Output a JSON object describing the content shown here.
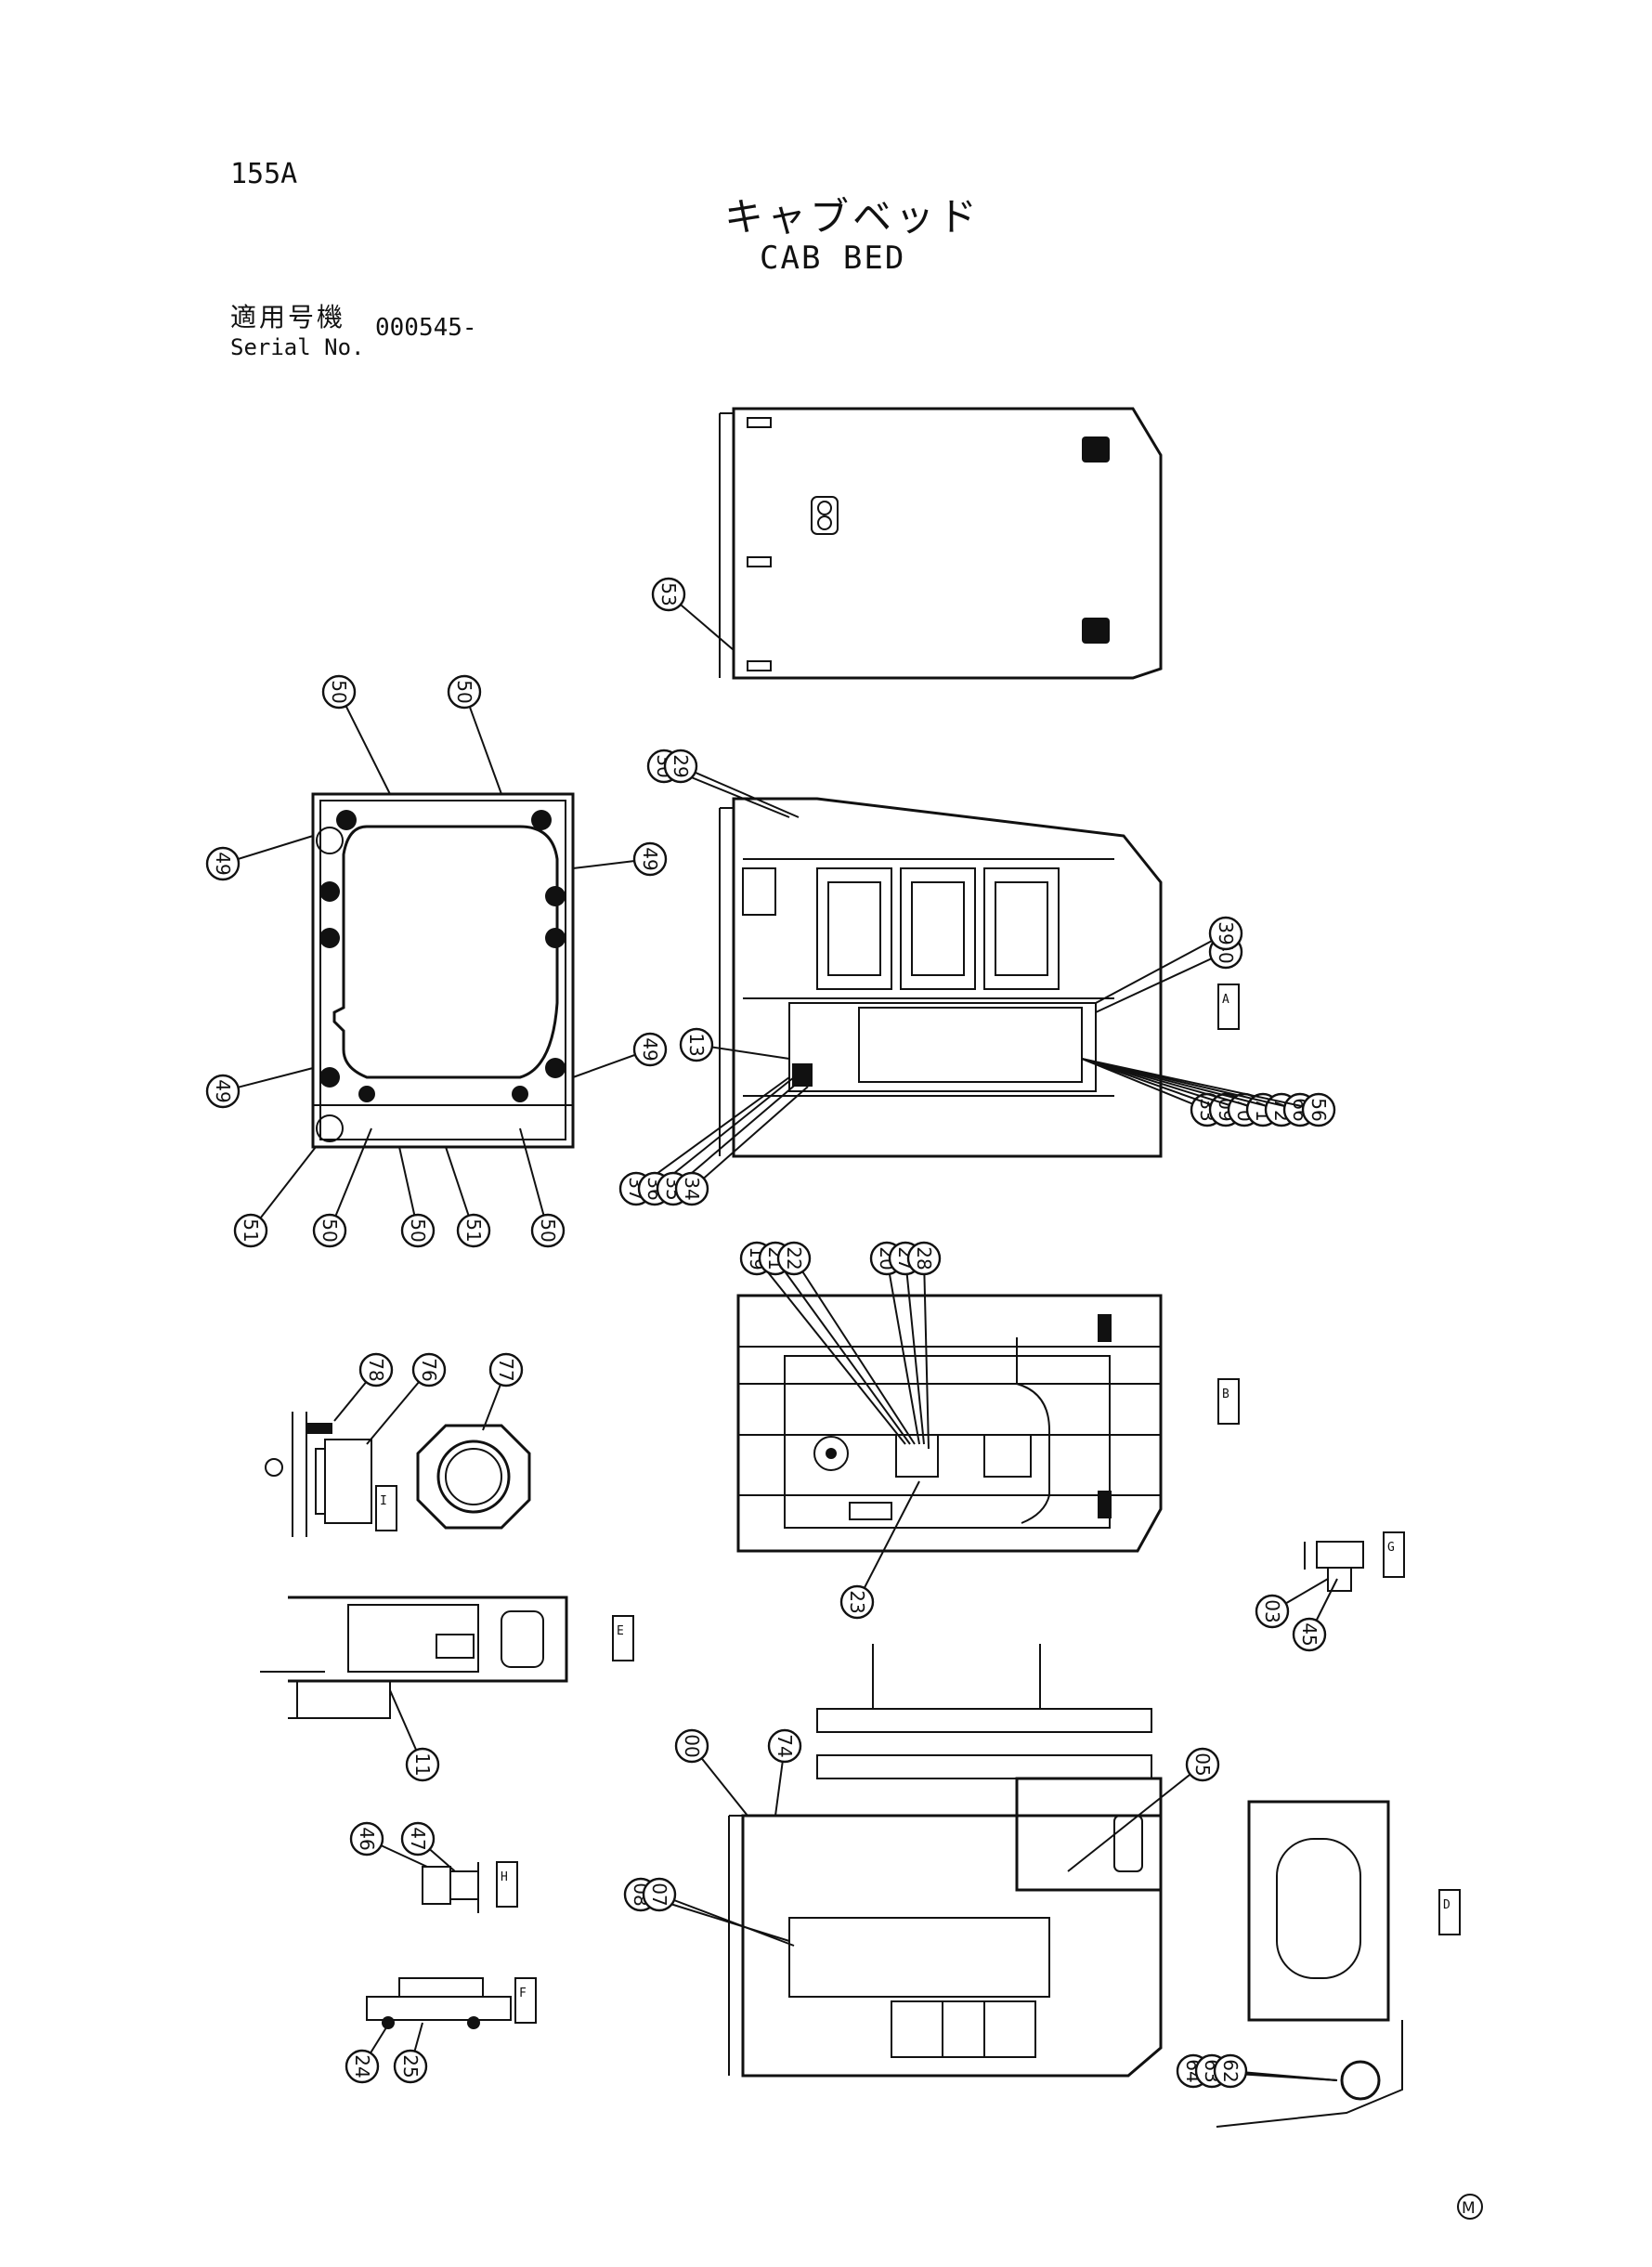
{
  "header": {
    "page_code": "155A",
    "title_jp": "キャブベッド",
    "title_en": "CAB BED",
    "serial_label_jp": "適用号機",
    "serial_label_en": "Serial No.",
    "serial_value": "000545-"
  },
  "callouts": {
    "top_plate": [
      "53"
    ],
    "frame": [
      "50",
      "50",
      "49",
      "49",
      "49",
      "49",
      "51",
      "50",
      "50",
      "51",
      "50"
    ],
    "bed_top": [
      "30",
      "29",
      "40",
      "39",
      "13",
      "37",
      "36",
      "35",
      "34",
      "33",
      "09",
      "70",
      "71",
      "72",
      "66",
      "56"
    ],
    "bed_mid": [
      "19",
      "21",
      "22",
      "20",
      "27",
      "28",
      "23"
    ],
    "detail_i": [
      "78",
      "76",
      "77"
    ],
    "detail_e": [
      "11"
    ],
    "detail_g": [
      "03",
      "45"
    ],
    "detail_h": [
      "46",
      "47"
    ],
    "detail_f": [
      "24",
      "25"
    ],
    "bed_bottom": [
      "00",
      "74",
      "05",
      "08",
      "07",
      "64",
      "63",
      "62"
    ]
  },
  "view_tags": [
    "A",
    "B",
    "I",
    "E",
    "G",
    "H",
    "F",
    "D"
  ],
  "footer_mark": "M"
}
